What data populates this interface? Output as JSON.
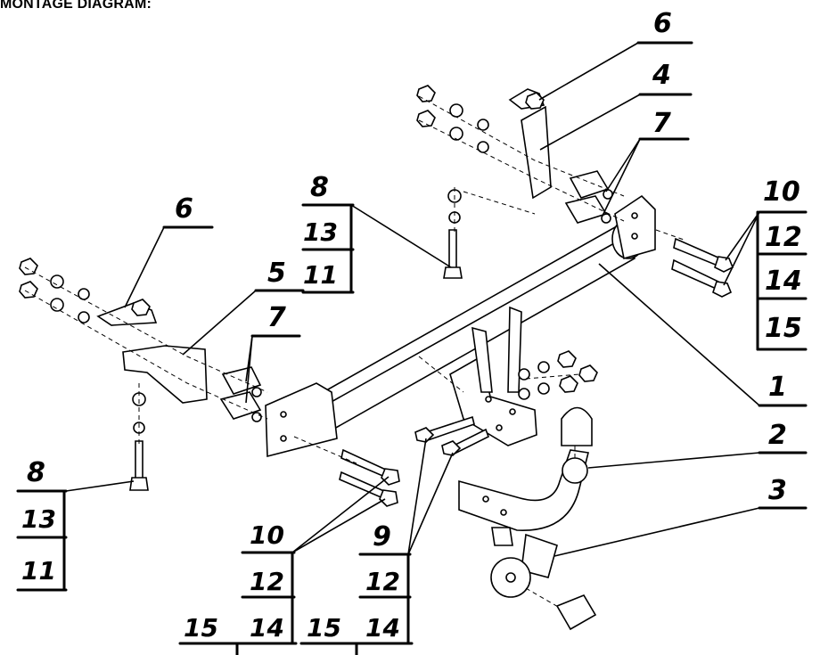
{
  "title": "MONTAGE DIAGRAM:",
  "labels": {
    "p6_top": "6",
    "p4": "4",
    "p7_top": "7",
    "p10_right": "10",
    "p12_right": "12",
    "p14_right": "14",
    "p15_right": "15",
    "p1": "1",
    "p2": "2",
    "p3": "3",
    "p8_mid": "8",
    "p13_mid": "13",
    "p11_mid": "11",
    "p6_left": "6",
    "p5": "5",
    "p7_left": "7",
    "p8_left": "8",
    "p13_left": "13",
    "p11_left": "11",
    "p10_bottom": "10",
    "p12_bottom_a": "12",
    "p15_bottom_a": "15",
    "p14_bottom_a": "14",
    "p9": "9",
    "p12_bottom_b": "12",
    "p15_bottom_b": "15",
    "p14_bottom_b": "14"
  }
}
